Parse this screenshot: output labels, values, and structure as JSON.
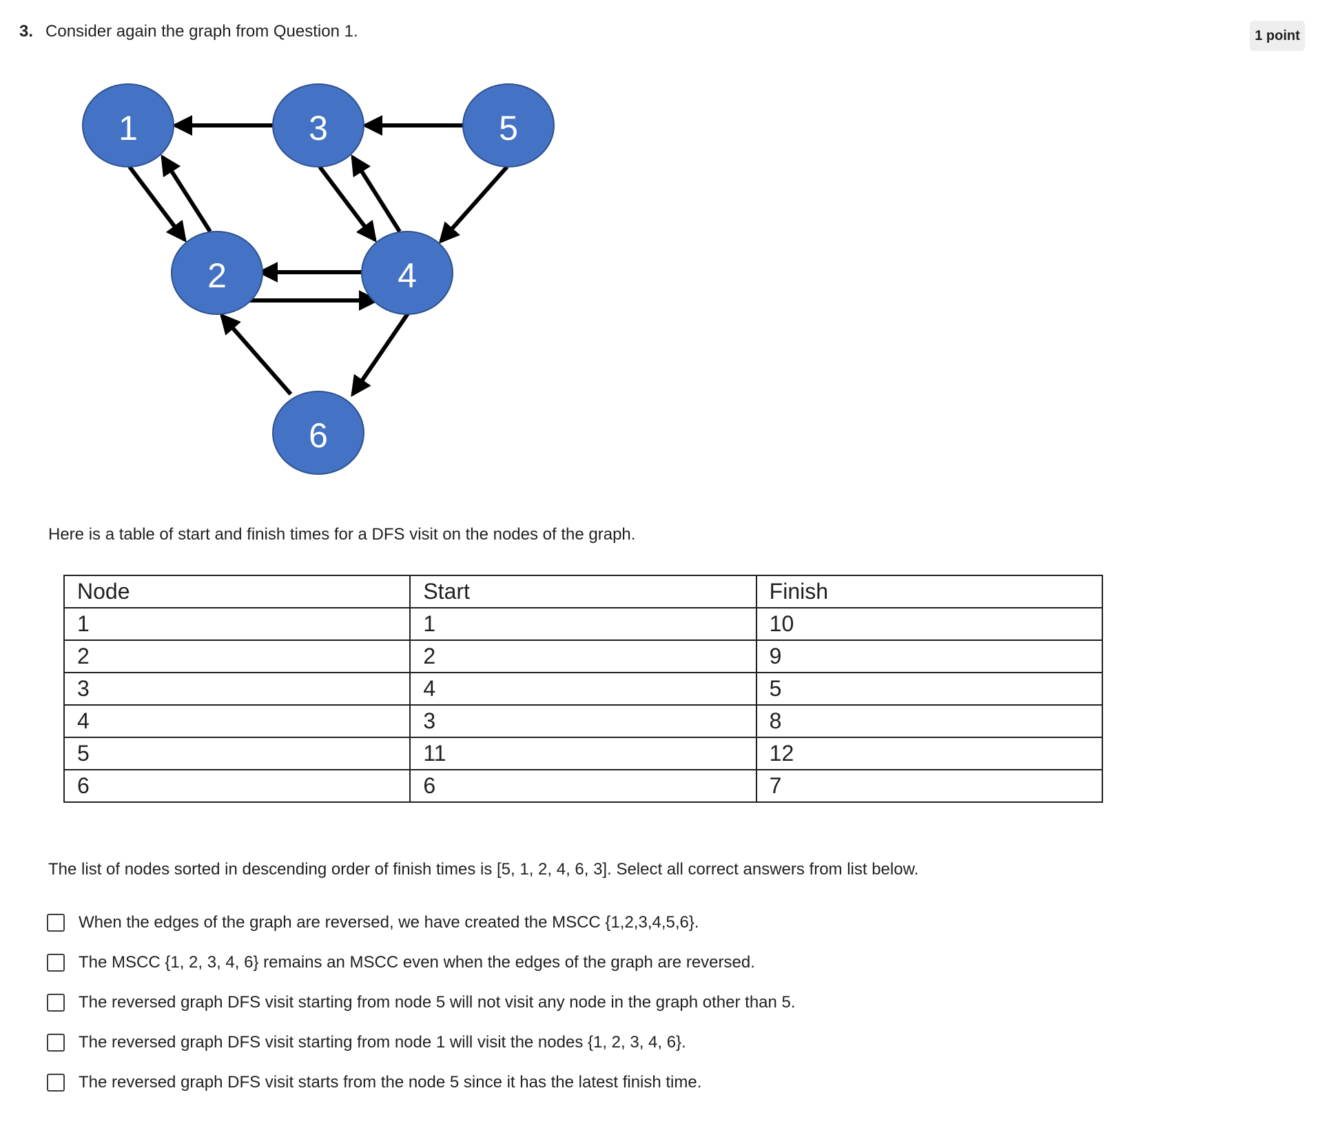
{
  "question": {
    "number": "3.",
    "title": "Consider again the graph from Question 1.",
    "points": "1 point"
  },
  "graph": {
    "node_color": "#4472C4",
    "nodes": [
      {
        "id": "1",
        "label": "1"
      },
      {
        "id": "2",
        "label": "2"
      },
      {
        "id": "3",
        "label": "3"
      },
      {
        "id": "4",
        "label": "4"
      },
      {
        "id": "5",
        "label": "5"
      },
      {
        "id": "6",
        "label": "6"
      }
    ],
    "edges": [
      {
        "from": "3",
        "to": "1"
      },
      {
        "from": "5",
        "to": "3"
      },
      {
        "from": "1",
        "to": "2"
      },
      {
        "from": "2",
        "to": "1"
      },
      {
        "from": "3",
        "to": "4"
      },
      {
        "from": "4",
        "to": "3"
      },
      {
        "from": "5",
        "to": "4"
      },
      {
        "from": "4",
        "to": "2"
      },
      {
        "from": "2",
        "to": "4"
      },
      {
        "from": "6",
        "to": "2"
      },
      {
        "from": "4",
        "to": "6"
      }
    ]
  },
  "intro": "Here is a table of start and finish times for a DFS visit on the nodes of the graph.",
  "table": {
    "headers": [
      "Node",
      "Start",
      "Finish"
    ],
    "rows": [
      [
        "1",
        "1",
        "10"
      ],
      [
        "2",
        "2",
        "9"
      ],
      [
        "3",
        "4",
        "5"
      ],
      [
        "4",
        "3",
        "8"
      ],
      [
        "5",
        "11",
        "12"
      ],
      [
        "6",
        "6",
        "7"
      ]
    ]
  },
  "prompt": "The list of nodes sorted in descending order of finish times is [5, 1, 2, 4, 6, 3]. Select all correct answers from list below.",
  "options": [
    {
      "label": "When the edges of the graph are reversed, we have created the MSCC {1,2,3,4,5,6}.",
      "checked": false
    },
    {
      "label": "The MSCC {1, 2, 3, 4, 6} remains an MSCC even when the edges of the graph are reversed.",
      "checked": false
    },
    {
      "label": "The reversed graph DFS visit starting from node 5 will not visit any node in the graph other than 5.",
      "checked": false
    },
    {
      "label": "The reversed graph DFS visit starting from node 1 will visit the nodes {1, 2, 3, 4, 6}.",
      "checked": false
    },
    {
      "label": "The reversed graph DFS visit starts from the node 5 since it has the latest finish time.",
      "checked": false
    }
  ]
}
